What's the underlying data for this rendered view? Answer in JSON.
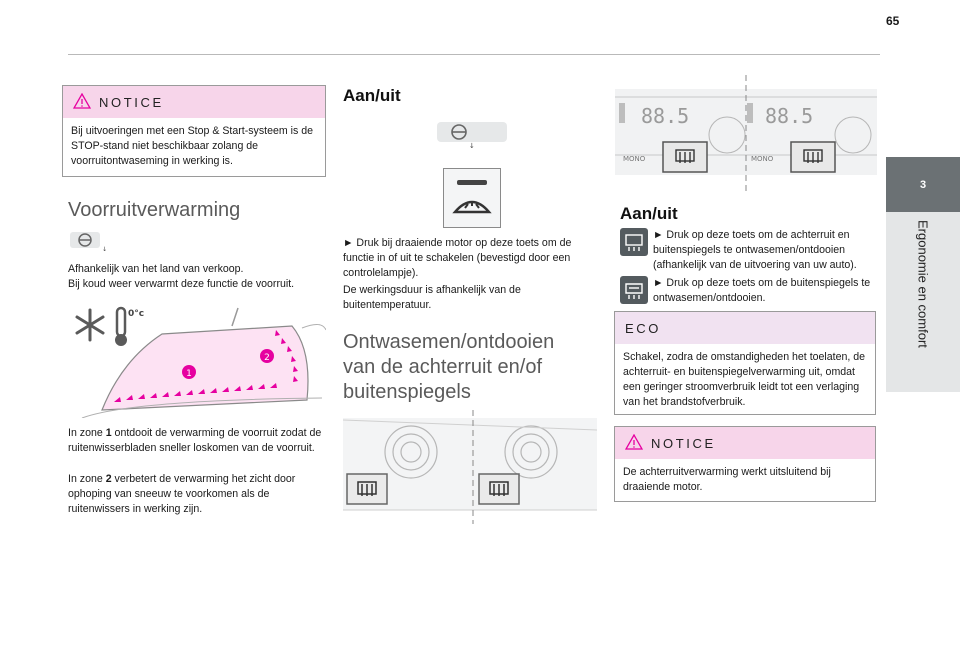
{
  "page": {
    "number": "65"
  },
  "chapter": {
    "number": "3",
    "title": "Ergonomie en comfort"
  },
  "left": {
    "notice_title": "NOTICE",
    "notice_text": "Bij uitvoeringen met een Stop & Start-systeem is de STOP-stand niet beschikbaar zolang de voorruitontwaseming in werking is.",
    "heading": "Voorruitverwarming",
    "intro_1": "Afhankelijk van het land van verkoop.",
    "intro_2": "Bij koud weer verwarmt deze functie de voorruit.",
    "temp_label": "0°c",
    "callout_1": "1",
    "callout_2": "2",
    "zone1_a": "In zone ",
    "zone1_num": "1",
    "zone1_b": " ontdooit de verwarming de voorruit zodat de ruitenwisserbladen sneller loskomen van de voorruit.",
    "zone2_a": "In zone ",
    "zone2_num": "2",
    "zone2_b": " verbetert de verwarming het zicht door ophoping van sneeuw te voorkomen als de ruitenwissers in werking zijn."
  },
  "middle": {
    "heading": "Aan/uit",
    "text_1": "► Druk bij draaiende motor op deze toets om de functie in of uit te schakelen (bevestigd door een controlelampje).",
    "text_2": "De werkingsduur is afhankelijk van de buitentemperatuur.",
    "heading2": "Ontwasemen/ontdooien van de achterruit en/of buitenspiegels"
  },
  "right": {
    "display_left": "88.5",
    "display_right": "88.5",
    "mono_left": "MONO",
    "mono_right": "MONO",
    "heading": "Aan/uit",
    "instr_1": "► Druk op deze toets om de achterruit en buitenspiegels te ontwasemen/ontdooien (afhankelijk van de uitvoering van uw auto).",
    "instr_2": "► Druk op deze toets om de buitenspiegels te ontwasemen/ontdooien.",
    "eco_title": "ECO",
    "eco_text": "Schakel, zodra de omstandigheden het toelaten, de achterruit- en buitenspiegelverwarming uit, omdat een geringer stroomverbruik leidt tot een verlaging van het brandstofverbruik.",
    "notice_title": "NOTICE",
    "notice_text": "De achterruitverwarming werkt uitsluitend bij draaiende motor."
  },
  "colors": {
    "accent": "#e600a0",
    "notice_bg": "#f7d5ea",
    "eco_bg": "#f1e2f1",
    "tab": "#6b7174"
  }
}
